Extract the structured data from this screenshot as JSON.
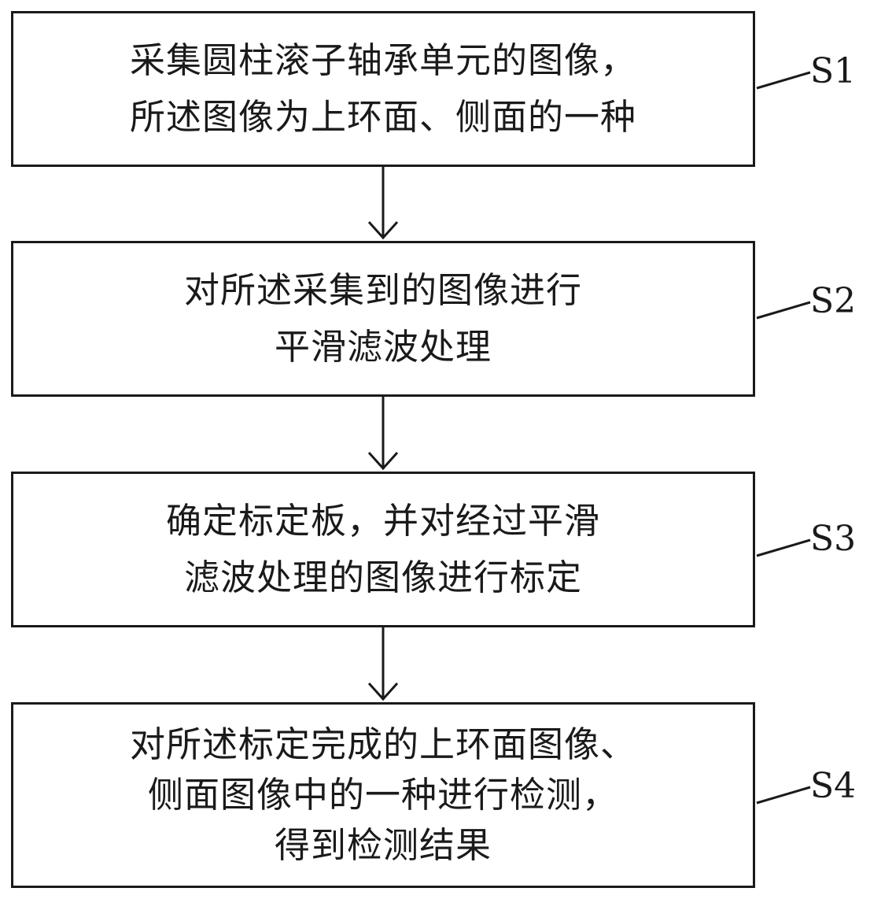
{
  "steps": [
    {
      "id": "S1",
      "lines": [
        "采集圆柱滚子轴承单元的图像，",
        "所述图像为上环面、侧面的一种"
      ]
    },
    {
      "id": "S2",
      "lines": [
        "对所述采集到的图像进行",
        "平滑滤波处理"
      ]
    },
    {
      "id": "S3",
      "lines": [
        "确定标定板，并对经过平滑",
        "滤波处理的图像进行标定"
      ]
    },
    {
      "id": "S4",
      "lines": [
        "对所述标定完成的上环面图像、",
        "侧面图像中的一种进行检测，",
        "得到检测结果"
      ]
    }
  ],
  "colors": {
    "stroke": "#1a1a1a",
    "background": "#ffffff"
  }
}
